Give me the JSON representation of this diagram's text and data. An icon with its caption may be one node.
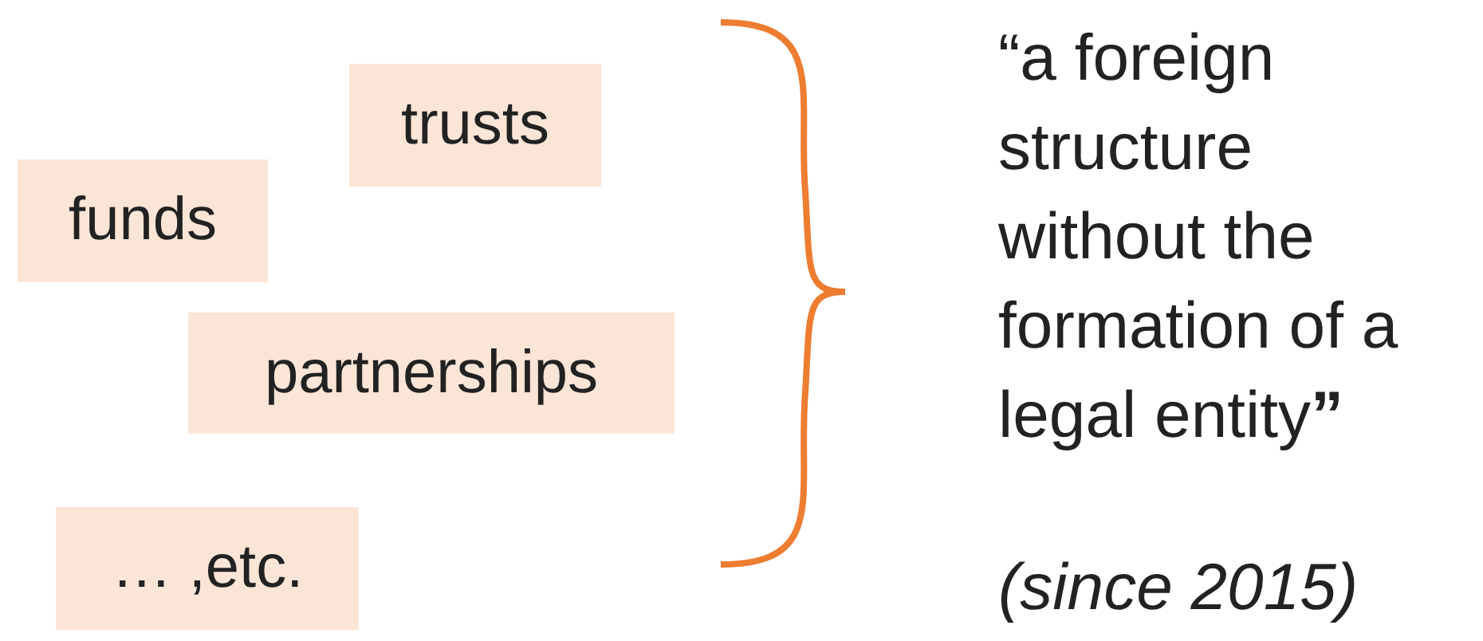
{
  "diagram": {
    "nodes": [
      {
        "text": [
          "trusts"
        ]
      },
      {
        "text": [
          "funds"
        ]
      },
      {
        "text": [
          "partnerships"
        ]
      },
      {
        "text": [
          "… ,etc."
        ]
      }
    ],
    "labels": [
      "“a foreign structure without the formation of a legal entity**”**",
      "(since 2015)"
    ]
  }
}
